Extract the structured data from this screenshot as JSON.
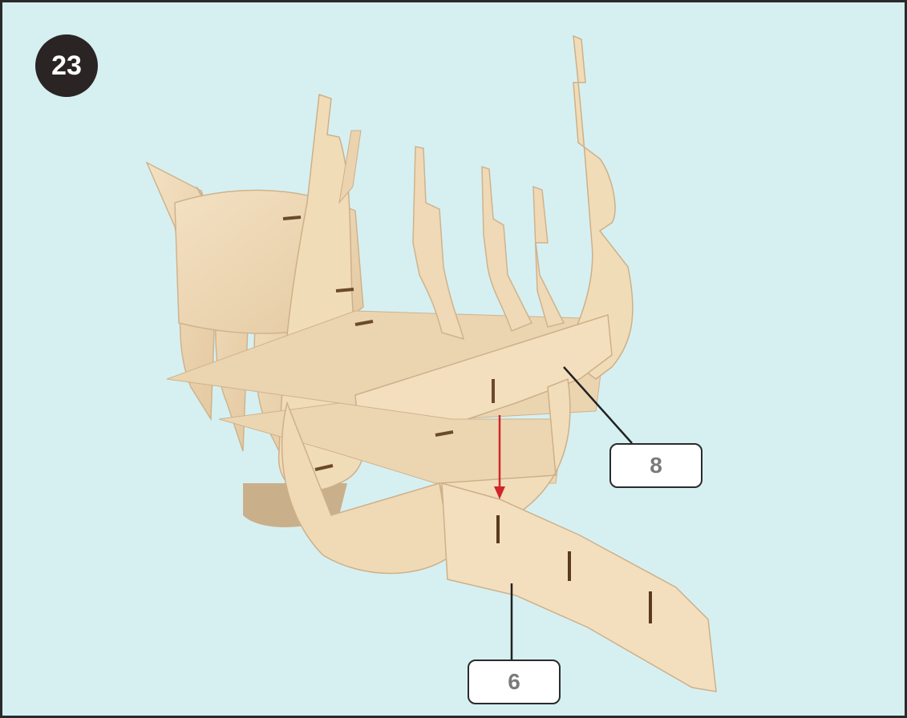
{
  "step": {
    "number": "23"
  },
  "callouts": [
    {
      "label": "8"
    },
    {
      "label": "6"
    }
  ],
  "colors": {
    "background": "#d6f0f2",
    "wood": "#efd9b6",
    "wood_shade": "#dcc19a",
    "slot": "#6b4a2a",
    "arrow": "#d0262b",
    "badge": "#2a2424"
  },
  "icons": [
    "down-arrow-icon"
  ]
}
